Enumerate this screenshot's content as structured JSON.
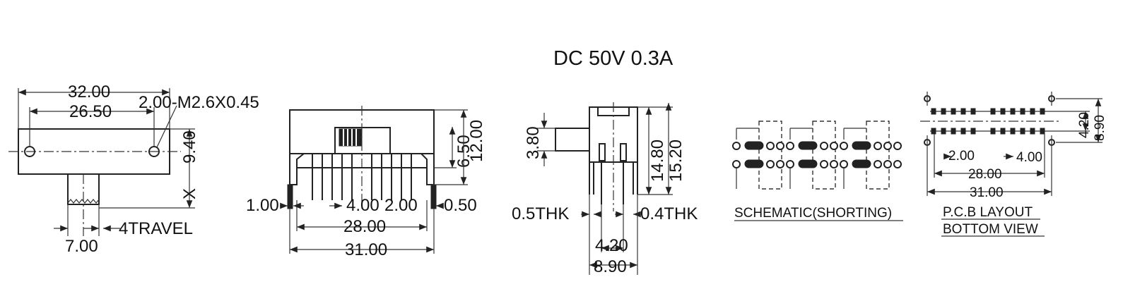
{
  "rating": "DC  50V  0.3A",
  "side_view": {
    "dim_overall": "32.00",
    "dim_holes": "26.50",
    "dim_screw": "2.00-M2.6X0.45",
    "dim_height": "9.40",
    "mark_x": "X",
    "dim_travel": "4TRAVEL",
    "dim_actuator": "7.00"
  },
  "front_view": {
    "dim_upper": "6.50",
    "dim_total": "12.00",
    "dim_pin_dia": "1.00",
    "dim_pitch_a": "4.00",
    "dim_pitch_b": "2.00",
    "dim_pin_thk": "0.50",
    "dim_inner": "28.00",
    "dim_outer": "31.00"
  },
  "end_view": {
    "dim_actuator": "3.80",
    "dim_body": "14.80",
    "dim_total": "15.20",
    "dim_thk_left": "0.5THK",
    "dim_thk_right": "0.4THK",
    "dim_row": "4.20",
    "dim_width": "8.90"
  },
  "schematic": {
    "label": "SCHEMATIC(SHORTING)"
  },
  "pcb": {
    "dim_row": "4.20",
    "dim_width": "8.90",
    "dim_pitch_a": "2.00",
    "dim_pitch_b": "4.00",
    "dim_inner": "28.00",
    "dim_outer": "31.00",
    "label_1": "P.C.B LAYOUT",
    "label_2": "BOTTOM VIEW"
  }
}
